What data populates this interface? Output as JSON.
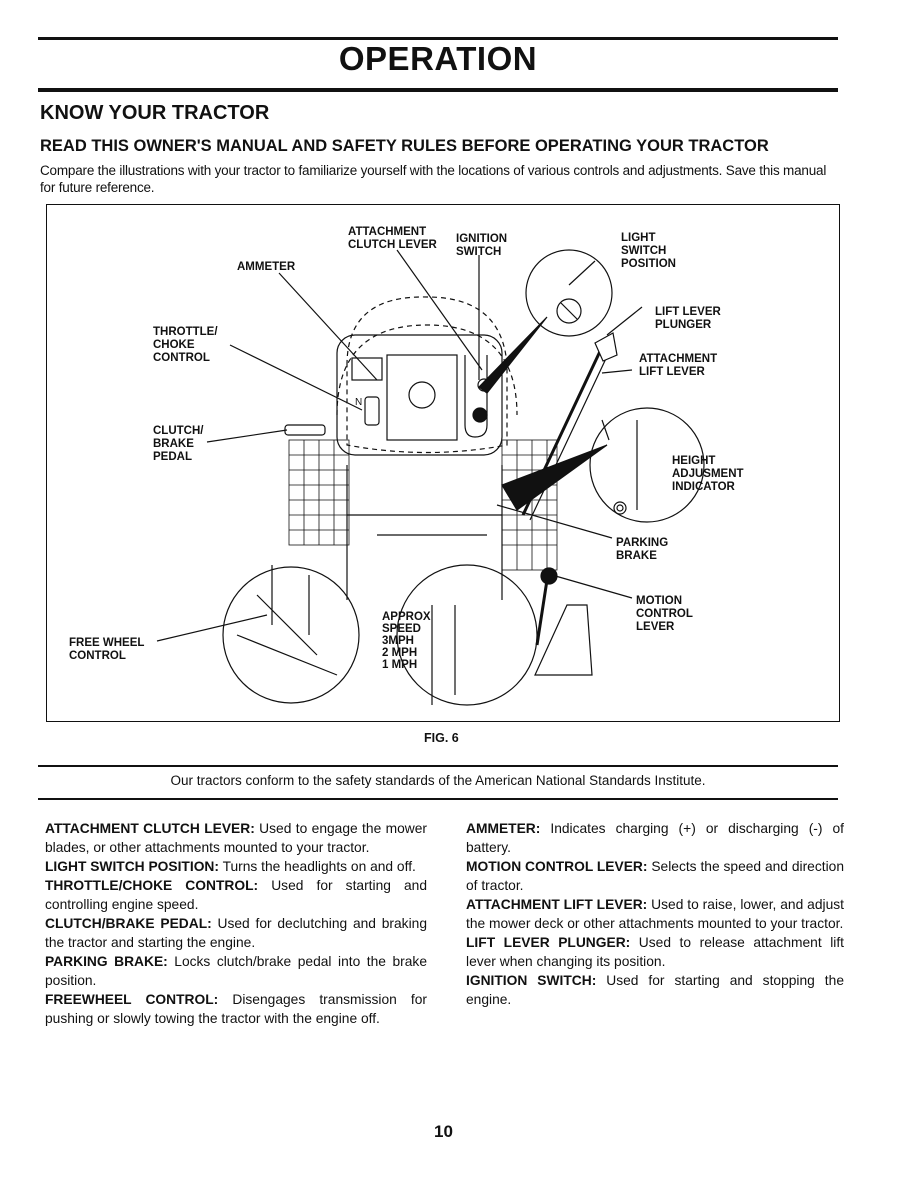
{
  "header": {
    "title": "OPERATION"
  },
  "section": {
    "heading": "KNOW YOUR TRACTOR",
    "subheading": "READ THIS OWNER'S MANUAL AND SAFETY RULES BEFORE OPERATING YOUR TRACTOR",
    "intro": "Compare the illustrations with your tractor to familiarize yourself with the locations of various controls and adjustments. Save this manual for future reference."
  },
  "figure": {
    "caption": "FIG. 6",
    "labels": {
      "attachment_clutch_lever": [
        "ATTACHMENT",
        "CLUTCH LEVER"
      ],
      "ignition_switch": [
        "IGNITION",
        "SWITCH"
      ],
      "light_switch_position": [
        "LIGHT",
        "SWITCH",
        "POSITION"
      ],
      "ammeter": [
        "AMMETER"
      ],
      "lift_lever_plunger": [
        "LIFT LEVER",
        "PLUNGER"
      ],
      "throttle_choke_control": [
        "THROTTLE/",
        "CHOKE",
        "CONTROL"
      ],
      "attachment_lift_lever": [
        "ATTACHMENT",
        "LIFT LEVER"
      ],
      "clutch_brake_pedal": [
        "CLUTCH/",
        "BRAKE",
        "PEDAL"
      ],
      "height_adjustment_indicator": [
        "HEIGHT",
        "ADJUSMENT",
        "INDICATOR"
      ],
      "parking_brake": [
        "PARKING",
        "BRAKE"
      ],
      "motion_control_lever": [
        "MOTION",
        "CONTROL",
        "LEVER"
      ],
      "free_wheel_control": [
        "FREE WHEEL",
        "CONTROL"
      ],
      "approx_speed": [
        "APPROX",
        "SPEED",
        "3MPH",
        "2 MPH",
        "1 MPH"
      ],
      "gear_n": "N"
    }
  },
  "standards_note": "Our tractors conform to the safety standards of the American National Standards Institute.",
  "descriptions": {
    "left": [
      {
        "term": "ATTACHMENT CLUTCH LEVER:",
        "text": " Used to engage the mower blades, or other attachments mounted to your tractor."
      },
      {
        "term": "LIGHT SWITCH POSITION:",
        "text": " Turns the headlights on and off."
      },
      {
        "term": "THROTTLE/CHOKE CONTROL:",
        "text": " Used for starting and controlling engine speed."
      },
      {
        "term": "CLUTCH/BRAKE PEDAL:",
        "text": " Used for declutching and braking the tractor and starting the engine."
      },
      {
        "term": "PARKING BRAKE:",
        "text": " Locks clutch/brake pedal into the brake position."
      },
      {
        "term": "FREEWHEEL CONTROL:",
        "text": " Disengages transmission for pushing or slowly towing the tractor with the engine off."
      }
    ],
    "right": [
      {
        "term": "AMMETER:",
        "text": " Indicates charging (+) or discharging (-) of battery."
      },
      {
        "term": "MOTION CONTROL LEVER:",
        "text": " Selects the speed and direction of tractor."
      },
      {
        "term": "ATTACHMENT LIFT LEVER:",
        "text": " Used to raise, lower, and adjust the mower deck or other attachments mounted to your tractor."
      },
      {
        "term": "LIFT LEVER PLUNGER:",
        "text": " Used to release attachment lift lever when changing its position."
      },
      {
        "term": "IGNITION SWITCH:",
        "text": " Used for starting and stopping the engine."
      }
    ]
  },
  "footer": {
    "page_number": "10"
  }
}
